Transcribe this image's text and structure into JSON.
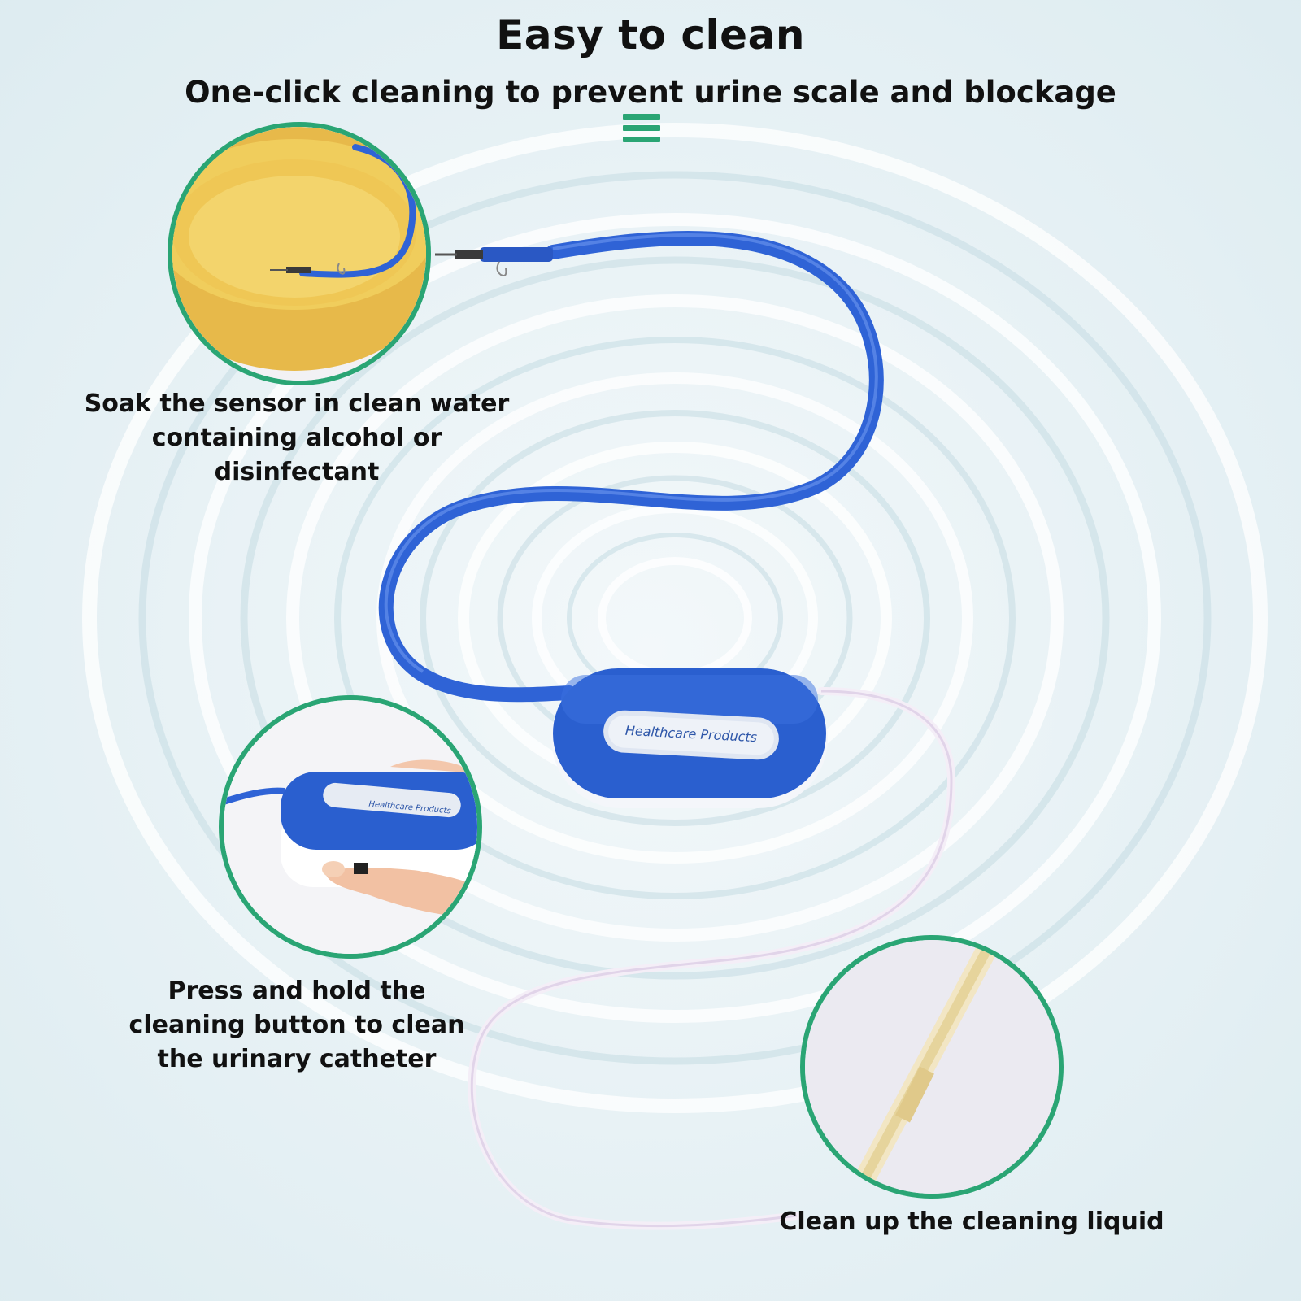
{
  "header": {
    "title": "Easy to clean",
    "subtitle": "One-click cleaning to prevent urine scale and blockage"
  },
  "icons": {
    "menu": "menu-icon"
  },
  "steps": [
    {
      "caption_lines": [
        "Soak the sensor in clean water",
        "containing alcohol or",
        "disinfectant"
      ]
    },
    {
      "caption_lines": [
        "Press and hold the",
        "cleaning button to clean",
        "the urinary catheter"
      ]
    },
    {
      "caption_lines": [
        "Clean up the cleaning liquid"
      ]
    }
  ],
  "device": {
    "label": "Healthcare Products"
  },
  "colors": {
    "accent_green": "#2aa574",
    "tube_blue": "#2f63d6",
    "device_blue": "#2a5fcf",
    "tray_yellow": "#f0cd5c",
    "background": "#e9f3f6"
  }
}
